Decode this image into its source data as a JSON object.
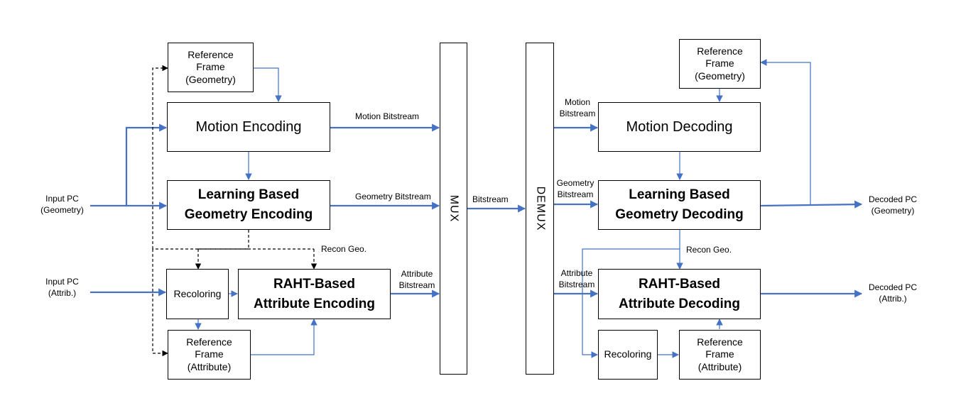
{
  "encoder": {
    "ref_frame_geometry": "Reference\nFrame\n(Geometry)",
    "motion_encoding": "Motion Encoding",
    "geometry_encoding": "Learning Based\nGeometry Encoding",
    "recoloring": "Recoloring",
    "attribute_encoding": "RAHT-Based\nAttribute Encoding",
    "ref_frame_attribute": "Reference\nFrame\n(Attribute)"
  },
  "mux": "MUX",
  "demux": "DEMUX",
  "decoder": {
    "ref_frame_geometry": "Reference\nFrame\n(Geometry)",
    "motion_decoding": "Motion Decoding",
    "geometry_decoding": "Learning Based\nGeometry Decoding",
    "attribute_decoding": "RAHT-Based\nAttribute Decoding",
    "recoloring": "Recoloring",
    "ref_frame_attribute": "Reference\nFrame\n(Attribute)"
  },
  "labels": {
    "input_pc_geometry": "Input PC\n(Geometry)",
    "input_pc_attrib": "Input PC\n(Attrib.)",
    "motion_bitstream_enc": "Motion Bitstream",
    "geometry_bitstream_enc": "Geometry Bitstream",
    "attribute_bitstream_enc": "Attribute\nBitstream",
    "recon_geo_enc": "Recon Geo.",
    "bitstream": "Bitstream",
    "motion_bitstream_dec": "Motion\nBitstream",
    "geometry_bitstream_dec": "Geometry\nBitstream",
    "attribute_bitstream_dec": "Attribute\nBitstream",
    "recon_geo_dec": "Recon Geo.",
    "decoded_pc_geometry": "Decoded PC\n(Geometry)",
    "decoded_pc_attrib": "Decoded PC\n(Attrib.)"
  },
  "colors": {
    "arrow": "#4472C4",
    "outline": "#000000"
  }
}
